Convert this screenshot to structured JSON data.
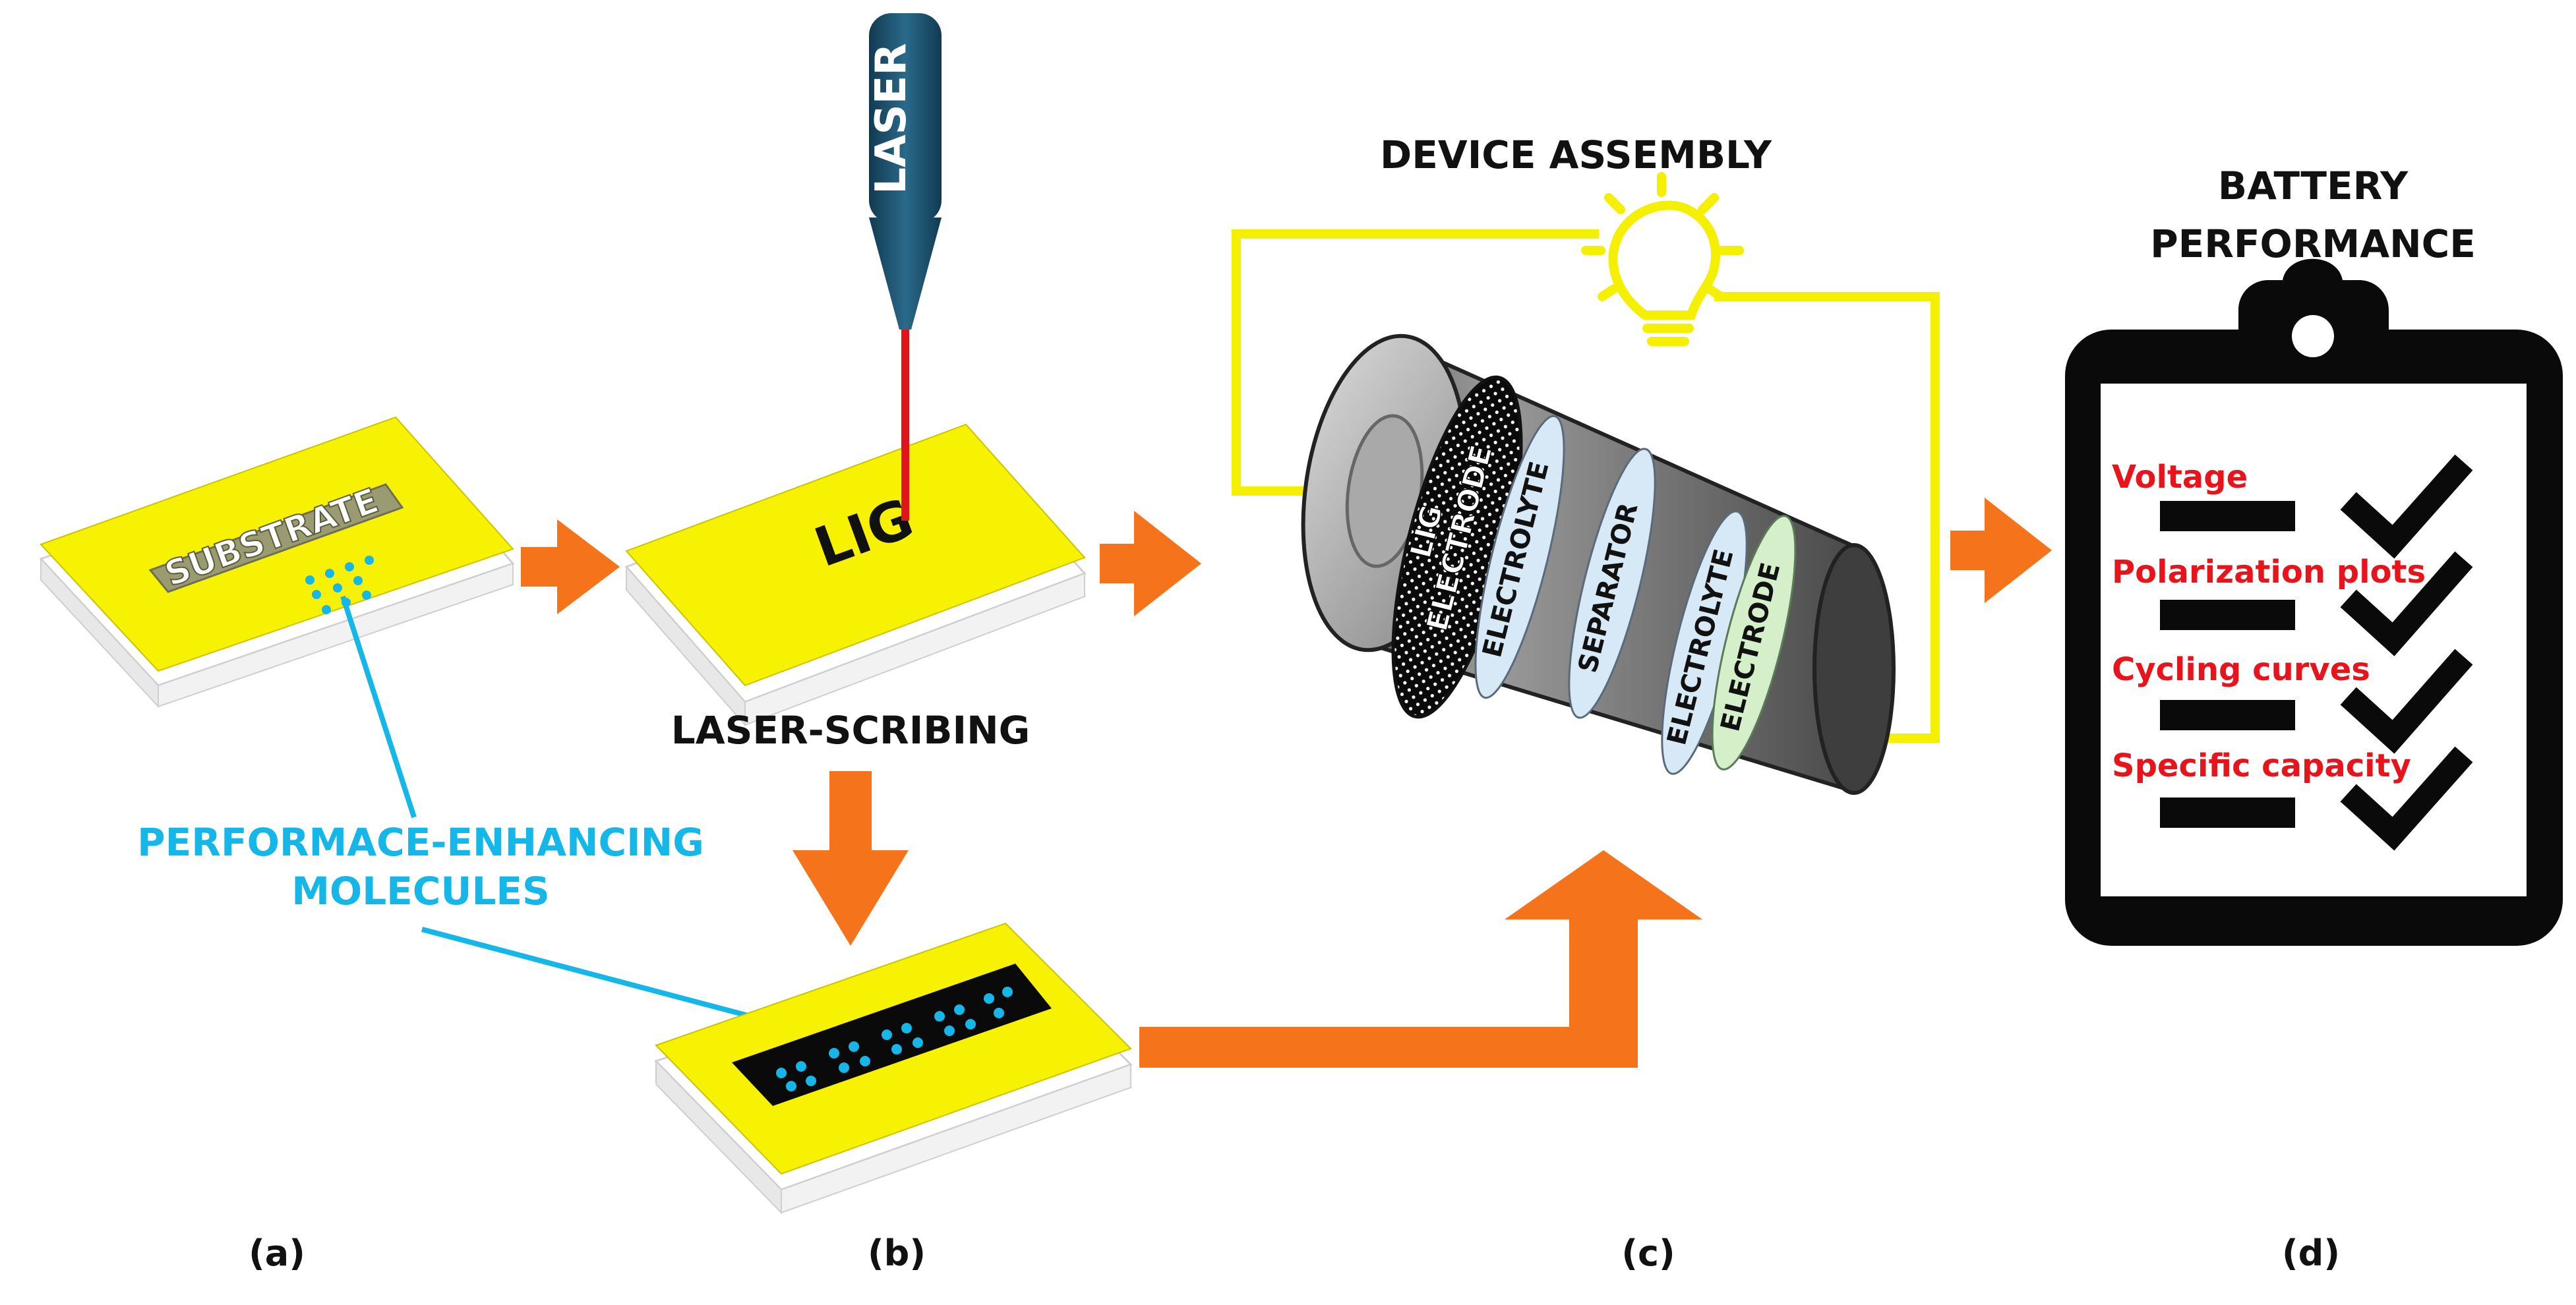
{
  "panels": {
    "a": {
      "substrate_label": "SUBSTRATE",
      "callout_line1": "PERFORMACE-ENHANCING",
      "callout_line2": "MOLECULES",
      "caption": "(a)"
    },
    "b": {
      "laser_label": "LASER",
      "lig_label": "LIG",
      "step_label": "LASER-SCRIBING",
      "caption": "(b)"
    },
    "c": {
      "title": "DEVICE ASSEMBLY",
      "layers": {
        "lig_line1": "LIG",
        "lig_line2": "ELECTRODE",
        "electrolyte_1": "ELECTROLYTE",
        "separator": "SEPARATOR",
        "electrolyte_2": "ELECTROLYTE",
        "electrode": "ELECTRODE"
      },
      "caption": "(c)"
    },
    "d": {
      "title_line1": "BATTERY",
      "title_line2": "PERFORMANCE",
      "checklist": [
        {
          "label": "Voltage"
        },
        {
          "label": "Polarization plots"
        },
        {
          "label": "Cycling curves"
        },
        {
          "label": "Specific capacity"
        }
      ],
      "caption": "(d)"
    }
  },
  "colors": {
    "substrate_yellow": "#f6f201",
    "arrow_orange": "#f5741b",
    "callout_blue": "#15b6e8",
    "wire_yellow": "#f5f000",
    "checklist_red": "#e8141c",
    "laser_navy": "#1d4f6b",
    "beam_red": "#e0141b",
    "electrolyte_blue": "#d7e8f6",
    "electrode_green": "#d5efcb"
  }
}
